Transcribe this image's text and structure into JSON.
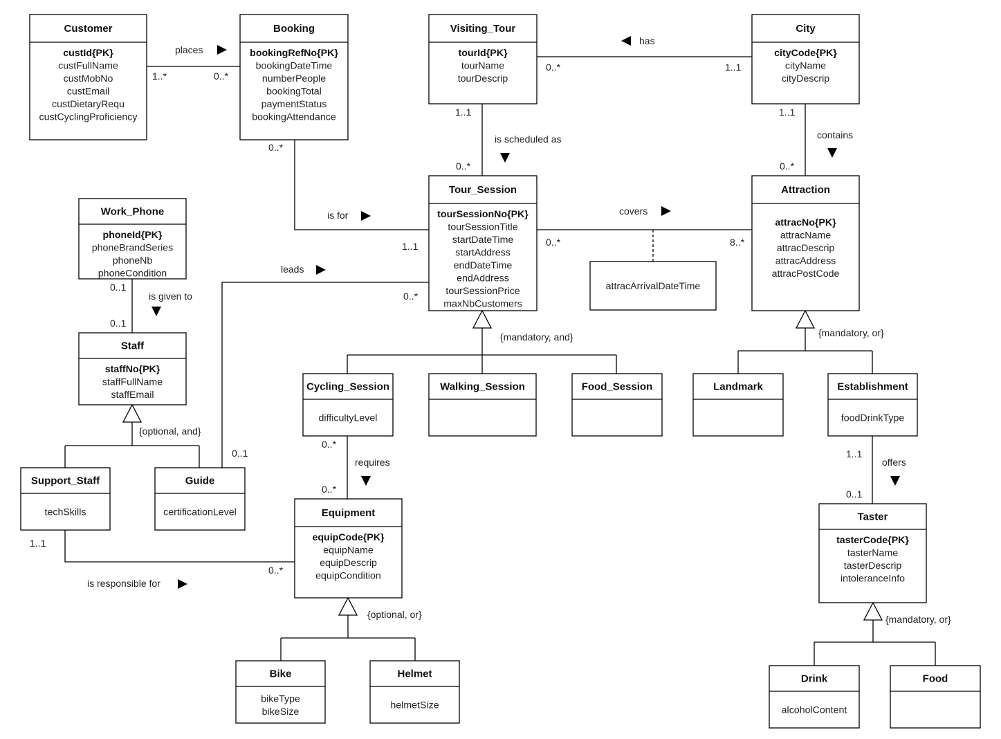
{
  "entities": {
    "customer": {
      "name": "Customer",
      "attributes": [
        "custId{PK}",
        "custFullName",
        "custMobNo",
        "custEmail",
        "custDietaryRequ",
        "custCyclingProficiency"
      ]
    },
    "booking": {
      "name": "Booking",
      "attributes": [
        "bookingRefNo{PK}",
        "bookingDateTime",
        "numberPeople",
        "bookingTotal",
        "paymentStatus",
        "bookingAttendance"
      ]
    },
    "visiting_tour": {
      "name": "Visiting_Tour",
      "attributes": [
        "tourId{PK}",
        "tourName",
        "tourDescrip"
      ]
    },
    "city": {
      "name": "City",
      "attributes": [
        "cityCode{PK}",
        "cityName",
        "cityDescrip"
      ]
    },
    "tour_session": {
      "name": "Tour_Session",
      "attributes": [
        "tourSessionNo{PK}",
        "tourSessionTitle",
        "startDateTime",
        "startAddress",
        "endDateTime",
        "endAddress",
        "tourSessionPrice",
        "maxNbCustomers"
      ]
    },
    "attraction": {
      "name": "Attraction",
      "attributes": [
        "attracNo{PK}",
        "attracName",
        "attracDescrip",
        "attracAddress",
        "attracPostCode"
      ]
    },
    "work_phone": {
      "name": "Work_Phone",
      "attributes": [
        "phoneId{PK}",
        "phoneBrandSeries",
        "phoneNb",
        "phoneCondition"
      ]
    },
    "staff": {
      "name": "Staff",
      "attributes": [
        "staffNo{PK}",
        "staffFullName",
        "staffEmail"
      ]
    },
    "support_staff": {
      "name": "Support_Staff",
      "attributes": [
        "techSkills"
      ]
    },
    "guide": {
      "name": "Guide",
      "attributes": [
        "certificationLevel"
      ]
    },
    "cycling_session": {
      "name": "Cycling_Session",
      "attributes": [
        "difficultyLevel"
      ]
    },
    "walking_session": {
      "name": "Walking_Session",
      "attributes": []
    },
    "food_session": {
      "name": "Food_Session",
      "attributes": []
    },
    "landmark": {
      "name": "Landmark",
      "attributes": []
    },
    "establishment": {
      "name": "Establishment",
      "attributes": [
        "foodDrinkType"
      ]
    },
    "equipment": {
      "name": "Equipment",
      "attributes": [
        "equipCode{PK}",
        "equipName",
        "equipDescrip",
        "equipCondition"
      ]
    },
    "taster": {
      "name": "Taster",
      "attributes": [
        "tasterCode{PK}",
        "tasterName",
        "tasterDescrip",
        "intoleranceInfo"
      ]
    },
    "bike": {
      "name": "Bike",
      "attributes": [
        "bikeType",
        "bikeSize"
      ]
    },
    "helmet": {
      "name": "Helmet",
      "attributes": [
        "helmetSize"
      ]
    },
    "drink": {
      "name": "Drink",
      "attributes": [
        "alcoholContent"
      ]
    },
    "food": {
      "name": "Food",
      "attributes": []
    }
  },
  "association_class": {
    "name": "",
    "attributes": [
      "attracArrivalDateTime"
    ]
  },
  "relationships": {
    "places": {
      "label": "places",
      "from_mult": "1..*",
      "to_mult": "0..*"
    },
    "has": {
      "label": "has",
      "from_mult": "0..*",
      "to_mult": "1..1"
    },
    "is_scheduled_as": {
      "label": "is scheduled as",
      "from_mult": "1..1",
      "to_mult": "0..*"
    },
    "contains": {
      "label": "contains",
      "from_mult": "1..1",
      "to_mult": "0..*"
    },
    "is_for": {
      "label": "is for",
      "from_mult": "0..*",
      "to_mult": "1..1"
    },
    "covers": {
      "label": "covers",
      "from_mult": "0..*",
      "to_mult": "8..*"
    },
    "leads": {
      "label": "leads",
      "from_mult": "0..1",
      "to_mult": "0..*"
    },
    "is_given_to": {
      "label": "is given to",
      "from_mult": "0..1",
      "to_mult": "0..1"
    },
    "requires": {
      "label": "requires",
      "from_mult": "0..*",
      "to_mult": "0..*"
    },
    "is_responsible_for": {
      "label": "is responsible for",
      "from_mult": "1..1",
      "to_mult": "0..*"
    },
    "offers": {
      "label": "offers",
      "from_mult": "1..1",
      "to_mult": "0..1"
    }
  },
  "generalizations": {
    "tour_session": "{mandatory, and}",
    "attraction": "{mandatory, or}",
    "staff": "{optional, and}",
    "equipment": "{optional, or}",
    "taster": "{mandatory, or}"
  }
}
